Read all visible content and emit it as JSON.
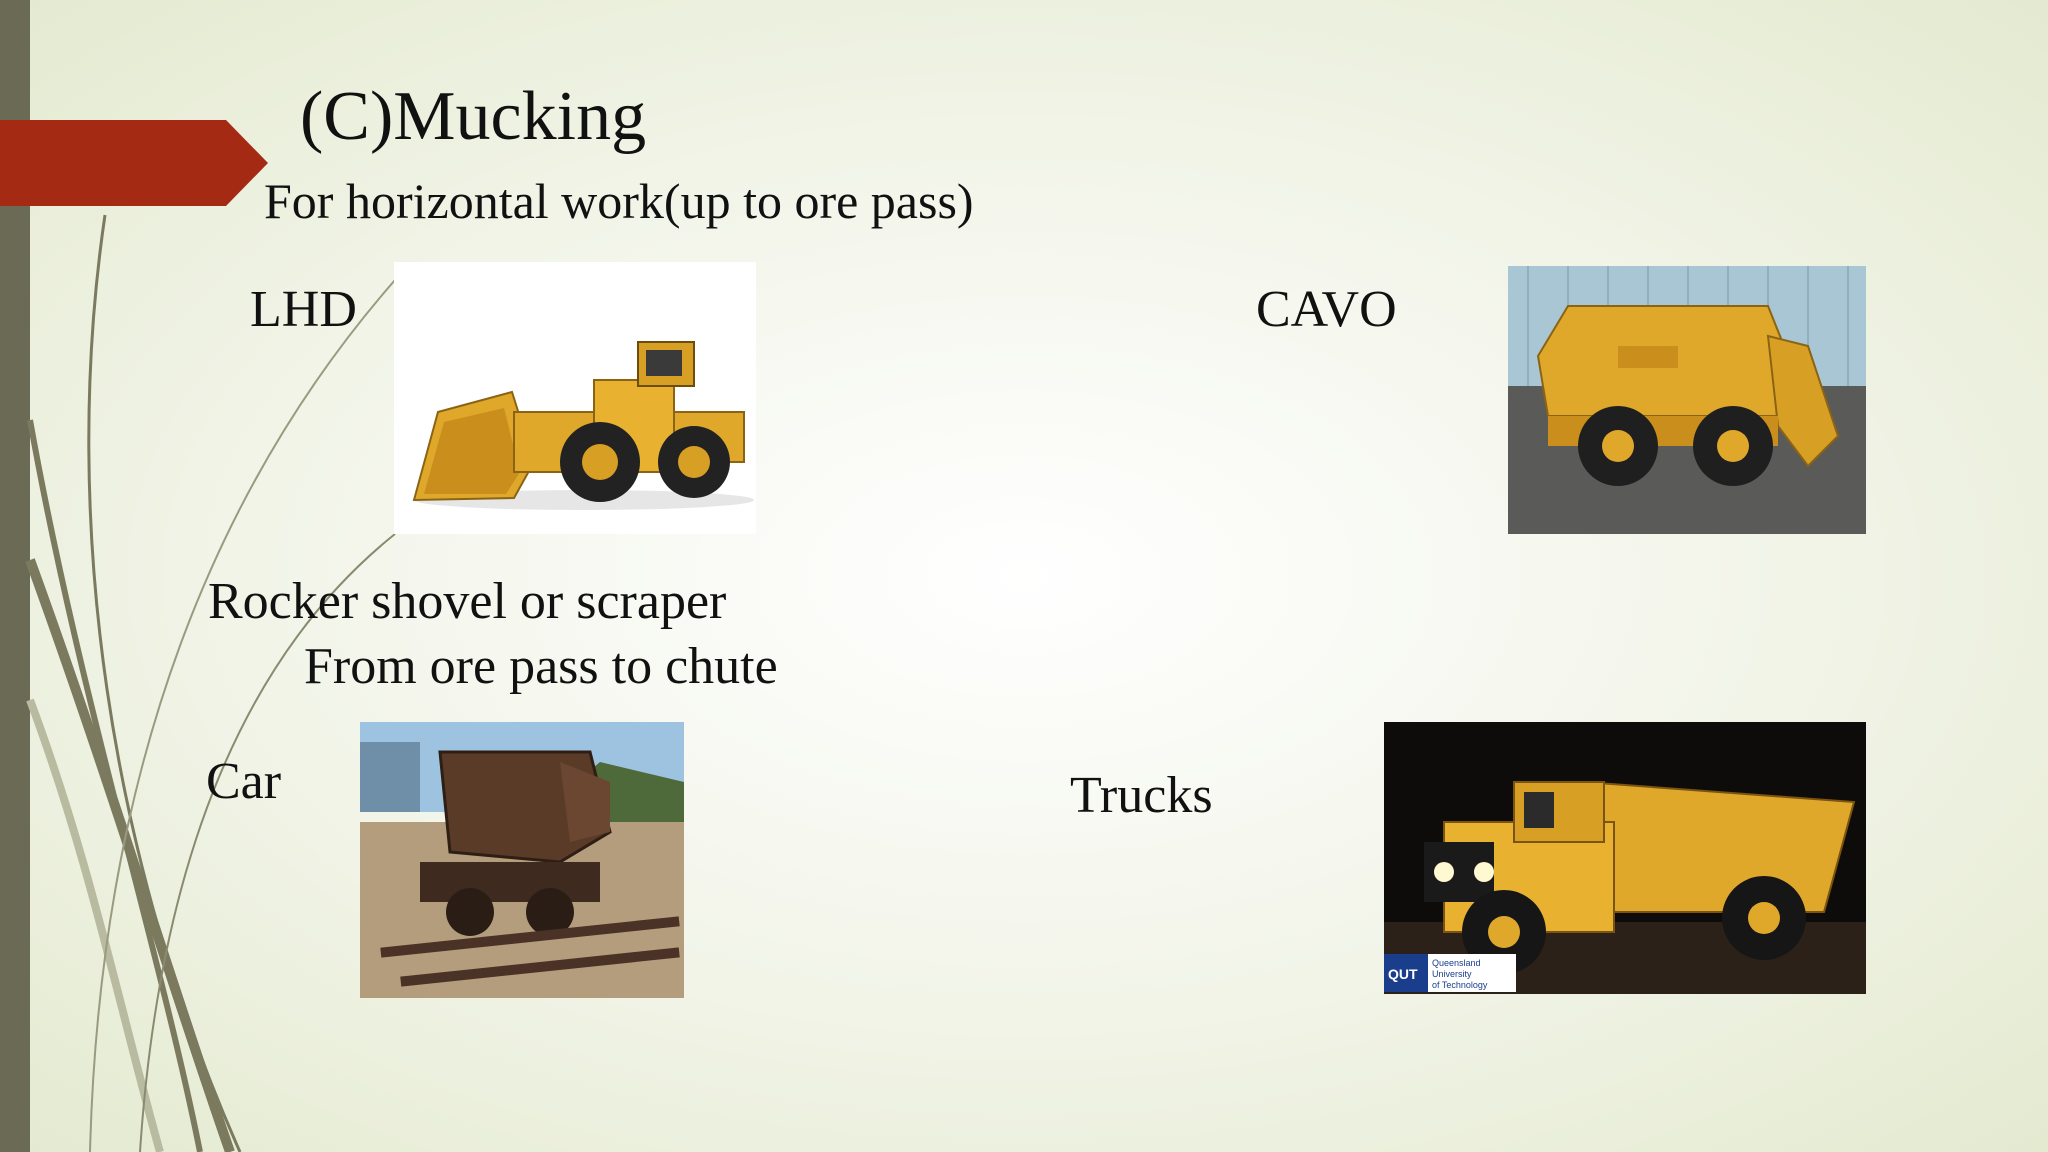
{
  "slide": {
    "title": "(C)Mucking",
    "subtitle": "For horizontal work(up to ore pass)",
    "labels": {
      "lhd": "LHD",
      "cavo": "CAVO",
      "rocker": "Rocker shovel or scraper",
      "ore_pass": "From ore pass to chute",
      "car": "Car",
      "trucks": "Trucks"
    },
    "truck_watermark": {
      "logo": "QUT",
      "line1": "Queensland",
      "line2": "University",
      "line3": "of Technology"
    },
    "colors": {
      "accent_ribbon": "#a52a14",
      "left_bar": "#6b6a55",
      "machine_yellow": "#e0a82a"
    }
  }
}
